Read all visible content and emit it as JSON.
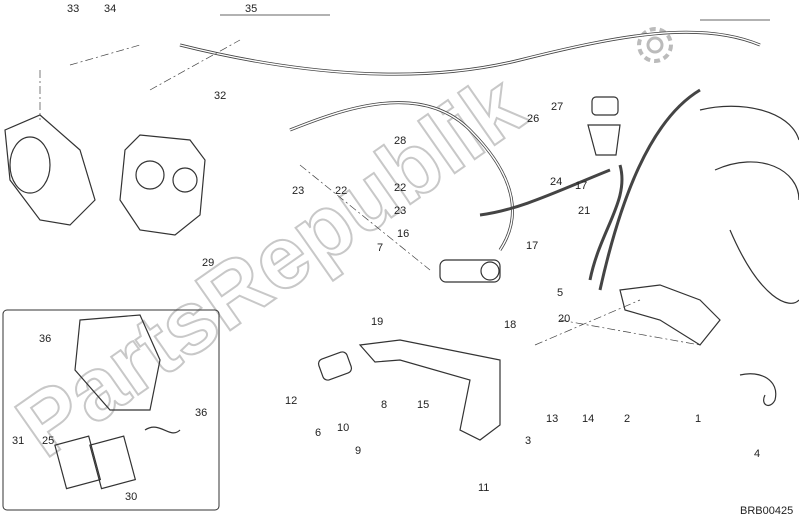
{
  "diagram": {
    "code": "BRB00425",
    "watermark": "PartsRepublik",
    "callouts": [
      "33",
      "34",
      "35",
      "32",
      "28",
      "22",
      "23",
      "22",
      "23",
      "29",
      "27",
      "26",
      "24",
      "17",
      "21",
      "16",
      "17",
      "7",
      "19",
      "5",
      "20",
      "18",
      "12",
      "8",
      "15",
      "6",
      "10",
      "9",
      "11",
      "3",
      "13",
      "14",
      "2",
      "1",
      "4",
      "36",
      "36",
      "31",
      "25",
      "30"
    ]
  }
}
